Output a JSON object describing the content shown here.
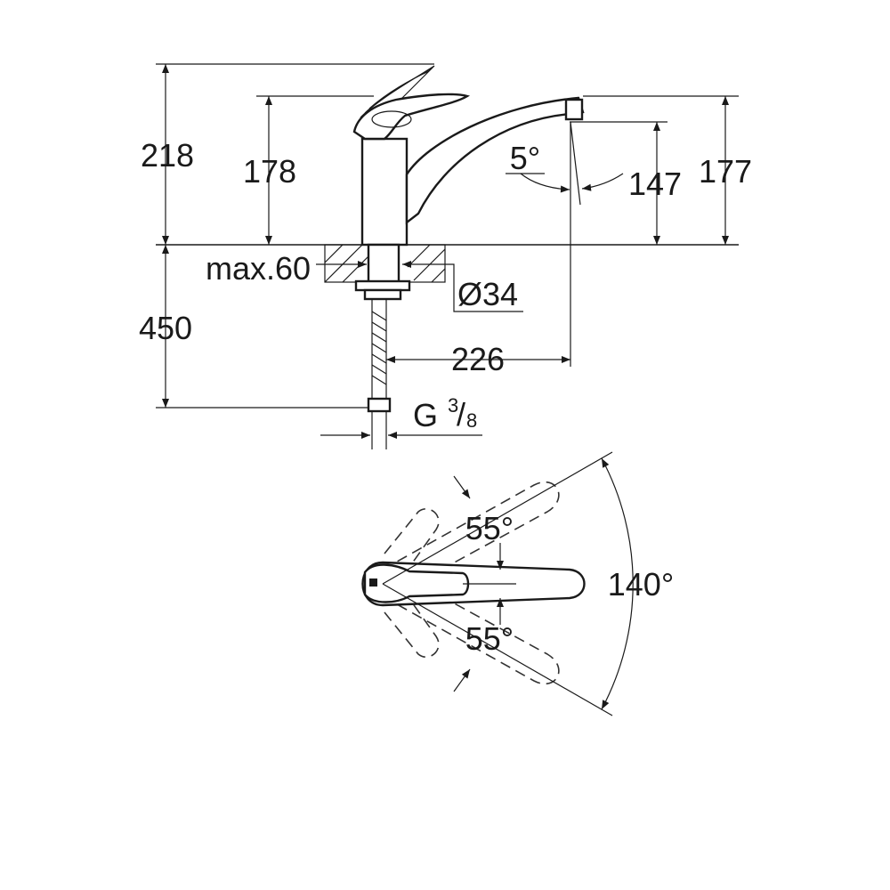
{
  "dimensions": {
    "overall_height": "218",
    "body_height": "178",
    "spout_height": "177",
    "outlet_height": "147",
    "spout_angle": "5°",
    "max_deck_thickness": "max.60",
    "hole_diameter": "Ø34",
    "below_deck_length": "450",
    "spout_reach": "226",
    "connection_thread": "G",
    "connection_thread_num": "3",
    "connection_thread_den": "8"
  },
  "plan_view": {
    "lever_angle_upper": "55°",
    "lever_angle_lower": "55°",
    "total_swivel": "140°"
  },
  "colors": {
    "line": "#1a1a1a",
    "background": "#ffffff"
  }
}
